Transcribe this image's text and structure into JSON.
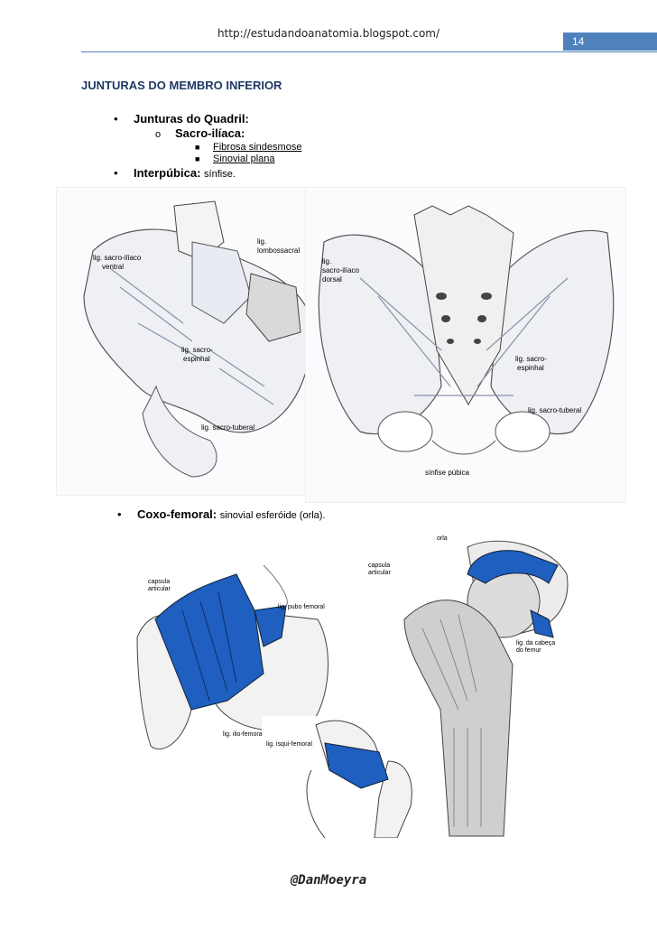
{
  "header": {
    "url": "http://estudandoanatomia.blogspot.com/",
    "page_number": "14"
  },
  "title": "JUNTURAS DO MEMBRO INFERIOR",
  "outline": {
    "quadril": {
      "label": "Junturas do Quadril:"
    },
    "sacro": {
      "label": "Sacro-ilíaca:",
      "items": [
        "Fibrosa sindesmose",
        "Sinovial plana"
      ]
    },
    "interpubica": {
      "label": "Interpúbica:",
      "desc": "sínfise."
    },
    "coxo": {
      "label": "Coxo-femoral:",
      "desc": "sinovial esferóide (orla)."
    }
  },
  "pelvis_front": {
    "labels": [
      "lig. sacro-ilíaco",
      "ventral",
      "lig.",
      "lombossacral",
      "lig. sacro-",
      "espinhal",
      "lig. sacro-tuberal"
    ]
  },
  "pelvis_back": {
    "labels": [
      "lig.",
      "sacro-ilíaco",
      "dorsal",
      "lig. sacro-",
      "espinhal",
      "lig. sacro-tuberal",
      "sínfise púbica"
    ]
  },
  "hip_front": {
    "labels": [
      "capsula",
      "articular",
      "lig. pubo femoral",
      "lig. ilio-femoral"
    ]
  },
  "hip_section": {
    "labels": [
      "orla",
      "capsula",
      "articular",
      "lig. da cabeça",
      "do femur"
    ]
  },
  "hip_back": {
    "labels": [
      "lig. isqui-femoral"
    ]
  },
  "colors": {
    "ligament_blue": "#1f5fc0",
    "bone": "#f2f2f2",
    "accent": "#4f81bd"
  },
  "footer": {
    "credit": "@DanMoeyra"
  }
}
